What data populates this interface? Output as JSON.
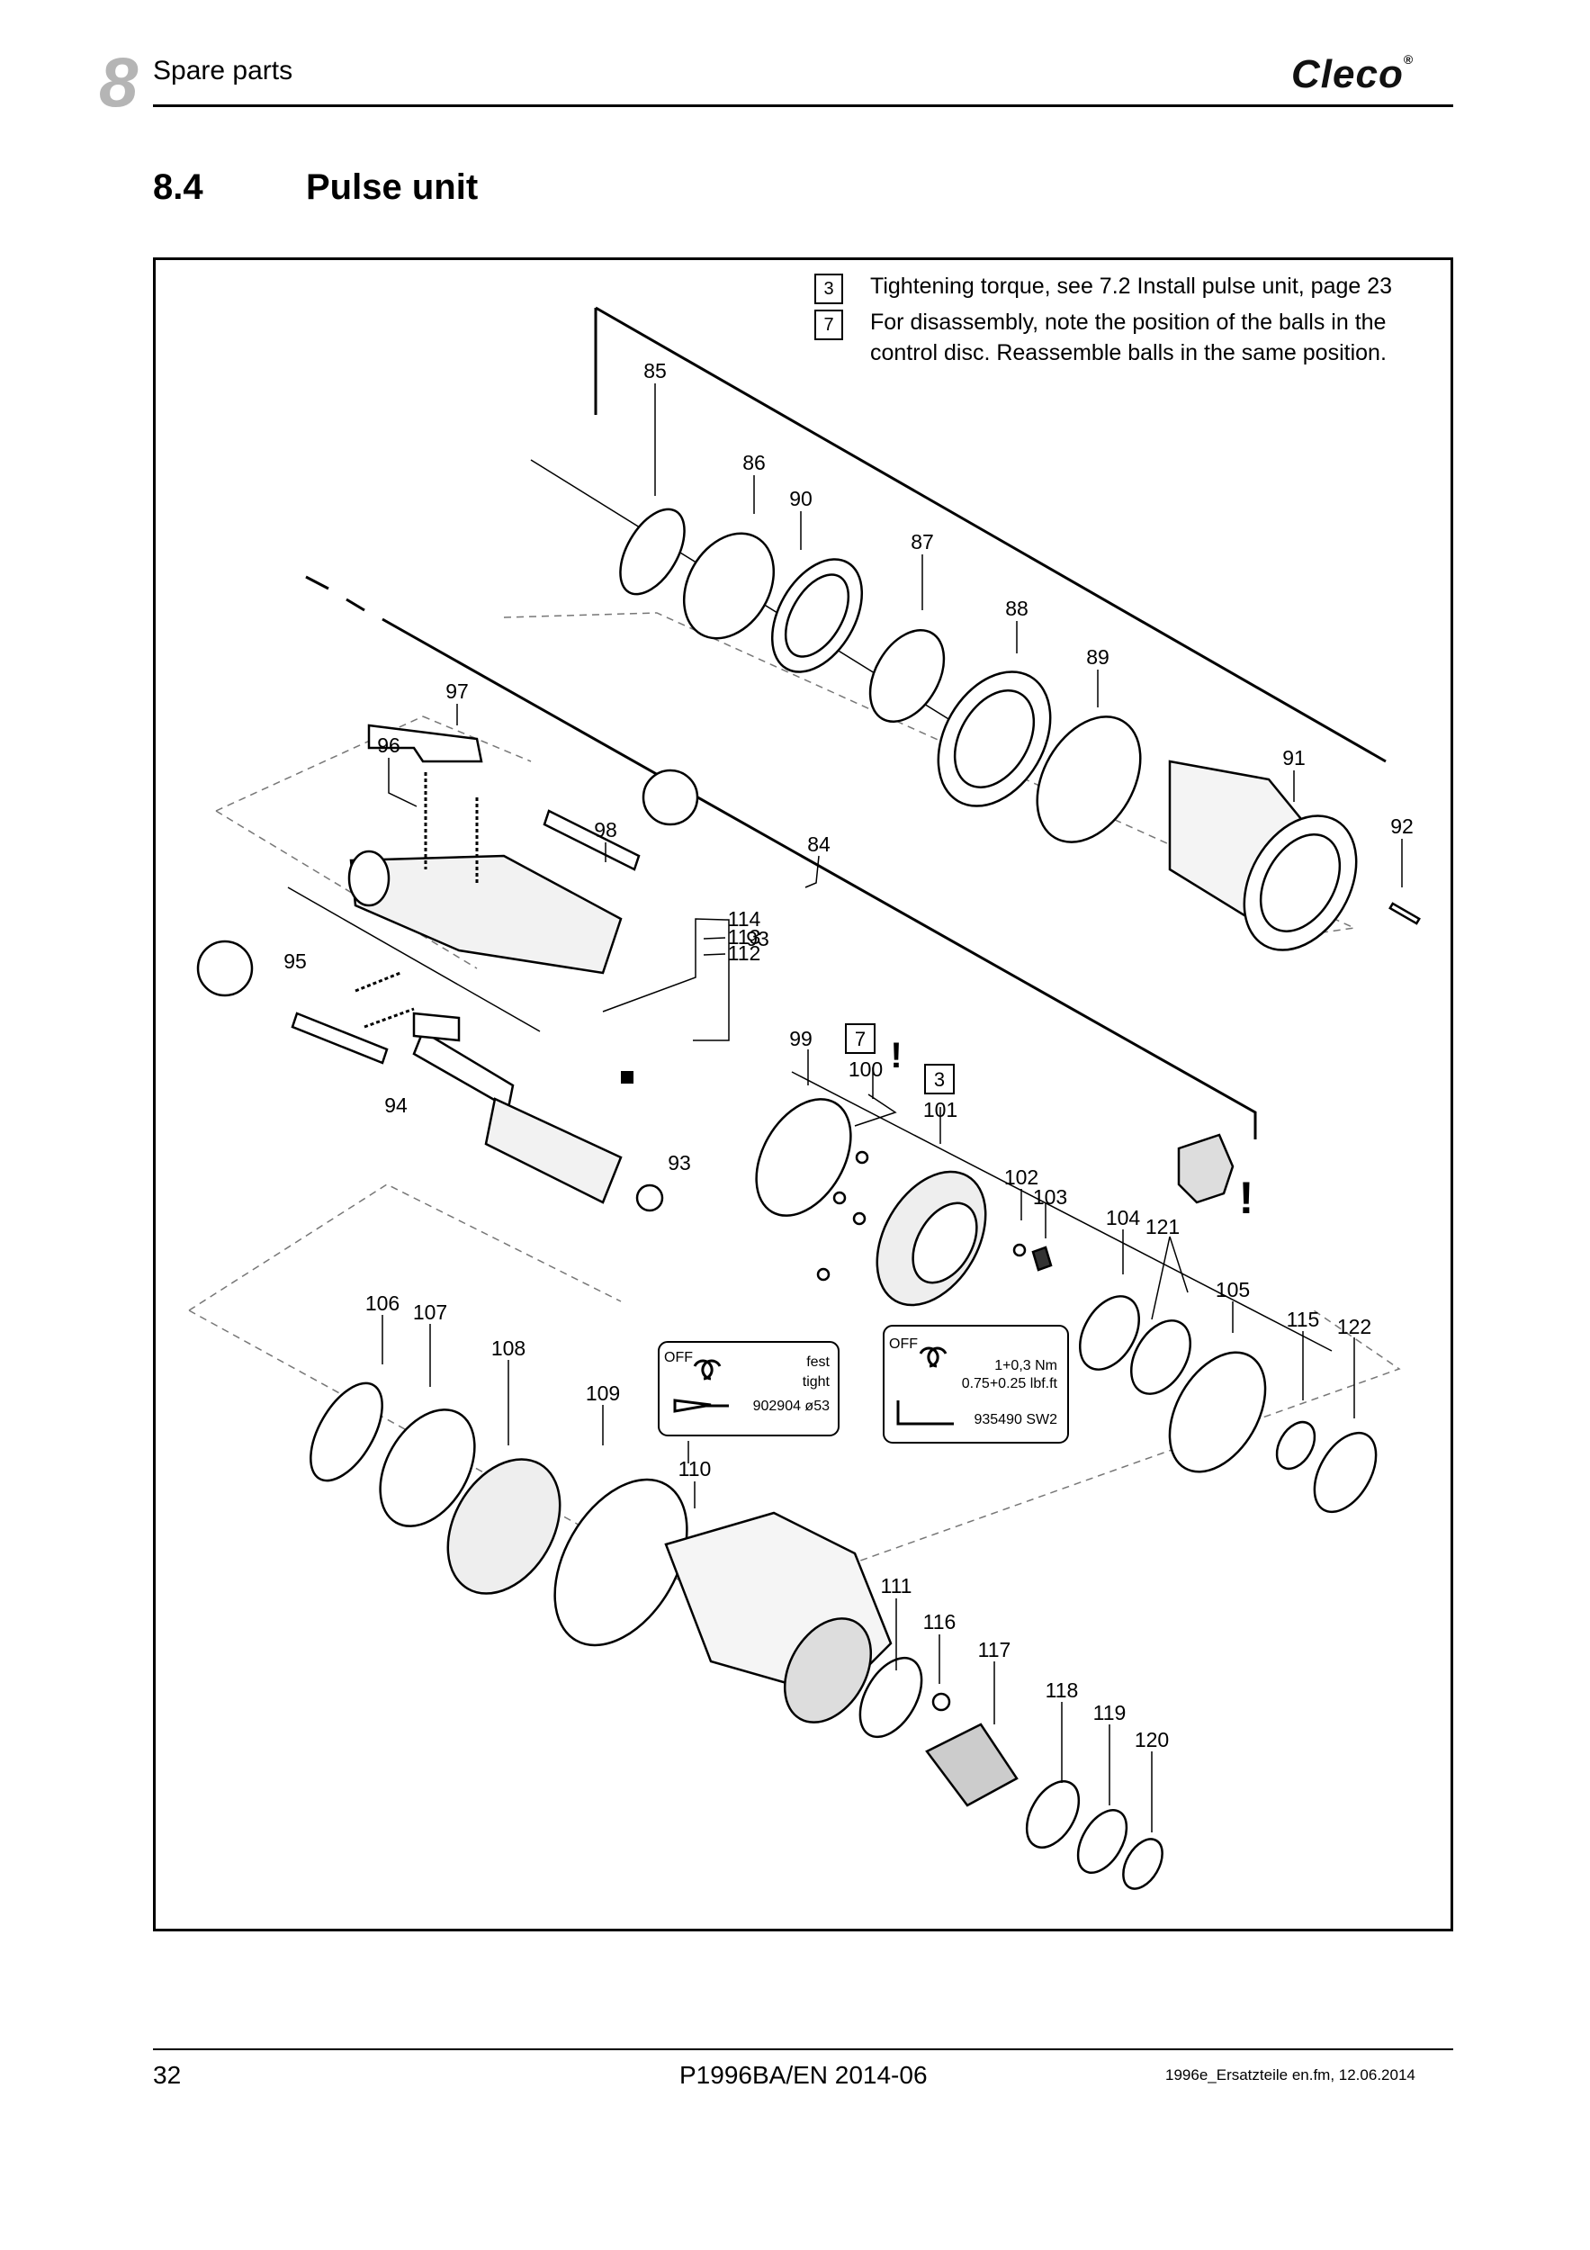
{
  "header": {
    "chapter_number": "8",
    "chapter_title": "Spare parts",
    "brand": "Cleco",
    "brand_mark": "®"
  },
  "section": {
    "number": "8.4",
    "title": "Pulse unit"
  },
  "notes": [
    {
      "box": "3",
      "text": "Tightening torque, see 7.2 Install pulse unit, page 23"
    },
    {
      "box": "7",
      "text": "For disassembly, note the position of the balls in the control disc. Reassemble balls in the same position."
    }
  ],
  "diagram": {
    "part_numbers": [
      "85",
      "86",
      "90",
      "87",
      "88",
      "89",
      "91",
      "92",
      "97",
      "96",
      "98",
      "84",
      "114",
      "113",
      "112",
      "93",
      "95",
      "94",
      "99",
      "100",
      "101",
      "102",
      "103",
      "104",
      "121",
      "105",
      "115",
      "122",
      "106",
      "107",
      "108",
      "109",
      "110",
      "111",
      "116",
      "117",
      "118",
      "119",
      "120"
    ],
    "group_label_93": "93",
    "callout_box_7": "7",
    "callout_box_3": "3",
    "exclamation": "!",
    "label_left": {
      "off": "OFF",
      "fest": "fest",
      "tight": "tight",
      "code": "902904 ø53"
    },
    "label_right": {
      "off": "OFF",
      "torque_nm": "1+0,3 Nm",
      "torque_lbf": "0.75+0.25 lbf.ft",
      "code": "935490 SW2"
    }
  },
  "footer": {
    "page": "32",
    "doc": "P1996BA/EN 2014-06",
    "file": "1996e_Ersatzteile en.fm, 12.06.2014"
  }
}
